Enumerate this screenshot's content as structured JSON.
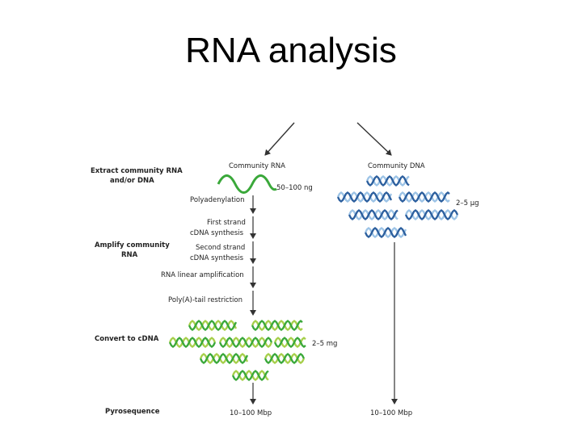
{
  "slide": {
    "title": "RNA analysis"
  },
  "stages": {
    "extract_1": "Extract community RNA",
    "extract_2": "and/or DNA",
    "amplify_1": "Amplify community",
    "amplify_2": "RNA",
    "convert": "Convert to cDNA",
    "pyro": "Pyrosequence"
  },
  "rna_branch": {
    "header": "Community RNA",
    "amount": "50–100 ng",
    "step_polyadenylation": "Polyadenylation",
    "step_first_1": "First strand",
    "step_first_2": "cDNA synthesis",
    "step_second_1": "Second strand",
    "step_second_2": "cDNA synthesis",
    "step_linear": "RNA linear amplification",
    "step_polya": "Poly(A)-tail restriction",
    "cdna_amount": "2–5 mg",
    "output": "10–100 Mbp"
  },
  "dna_branch": {
    "header": "Community DNA",
    "amount": "2–5 µg",
    "output": "10–100 Mbp"
  },
  "colors": {
    "rna_green": "#3aa83a",
    "light_green": "#a6cf4a",
    "dna_blue": "#2c5f9e",
    "light_blue": "#9cc3e6",
    "arrow": "#333333"
  }
}
